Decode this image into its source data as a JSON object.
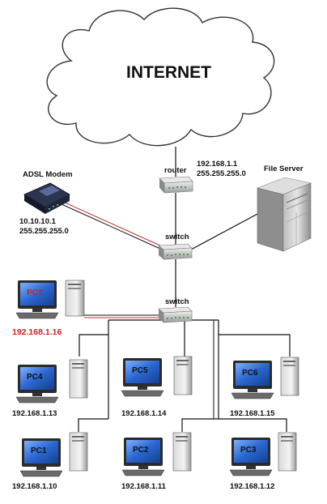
{
  "cloud": {
    "label": "INTERNET"
  },
  "router": {
    "label": "router",
    "ip": "192.168.1.1",
    "mask": "255.255.255.0"
  },
  "modem": {
    "label": "ADSL Modem",
    "ip": "10.10.10.1",
    "mask": "255.255.255.0"
  },
  "server": {
    "label": "File Server"
  },
  "switch1": {
    "label": "switch"
  },
  "switch2": {
    "label": "switch"
  },
  "pcs": [
    {
      "id": "PC7",
      "ip": "192.168.1.16",
      "highlight": true
    },
    {
      "id": "PC4",
      "ip": "192.168.1.13"
    },
    {
      "id": "PC5",
      "ip": "192.168.1.14"
    },
    {
      "id": "PC6",
      "ip": "192.168.1.15"
    },
    {
      "id": "PC1",
      "ip": "192.168.1.10"
    },
    {
      "id": "PC2",
      "ip": "192.168.1.11"
    },
    {
      "id": "PC3",
      "ip": "192.168.1.12"
    }
  ],
  "colors": {
    "highlight": "#d02020",
    "cable": "#111111",
    "wan_cable": "#c03030",
    "screen": "#2a66d0"
  }
}
